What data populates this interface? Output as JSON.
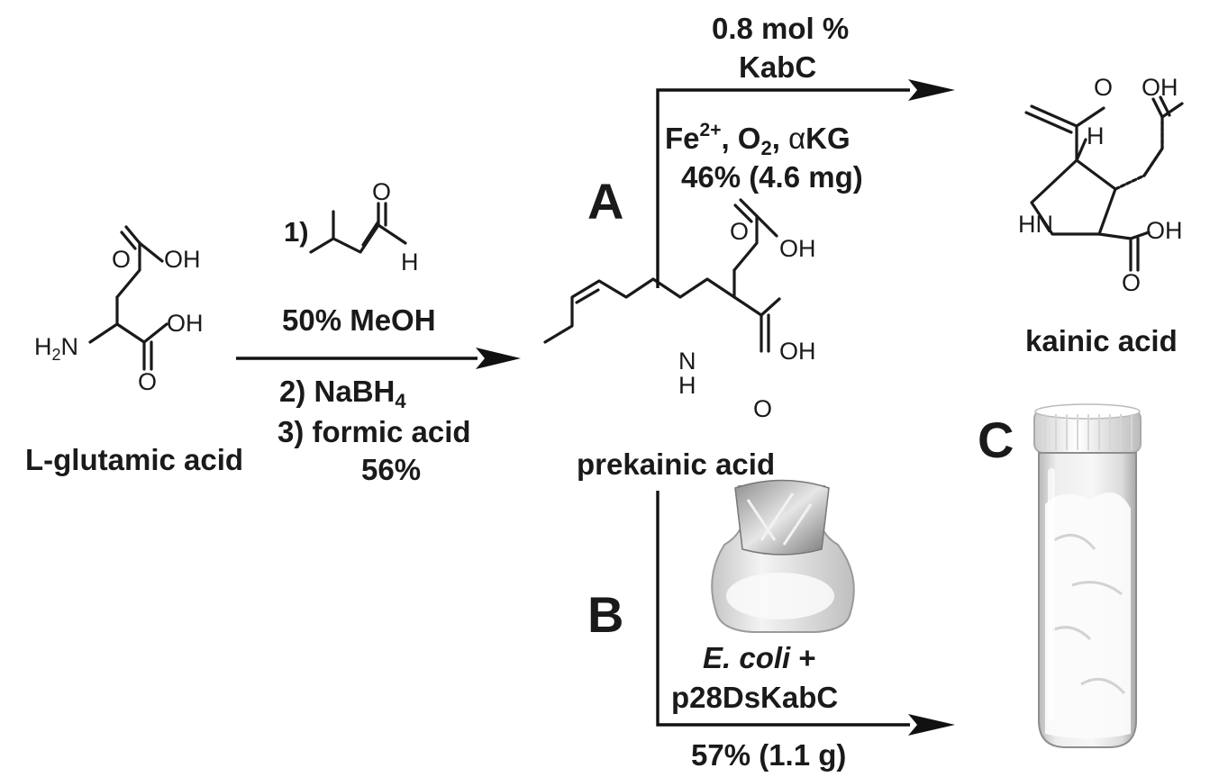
{
  "step1": {
    "label1": "1)",
    "reagent_O": "O",
    "reagent_H": "H",
    "cond1": "50% MeOH",
    "cond2_prefix": "2) NaBH",
    "cond2_sub": "4",
    "cond3": "3) formic acid",
    "yield": "56%"
  },
  "glutamic": {
    "name": "L-glutamic acid",
    "o_top": "O",
    "oh_top": "OH",
    "h2n": "H",
    "h2n_sub": "2",
    "h2n_n": "N",
    "oh_bottom": "OH",
    "o_bottom": "O"
  },
  "prekainic": {
    "name": "prekainic acid",
    "o_top": "O",
    "oh_top": "OH",
    "n": "N",
    "h": "H",
    "oh_bottom": "OH",
    "o_bottom": "O"
  },
  "kainic": {
    "name": "kainic acid",
    "o_top": "O",
    "oh_top": "OH",
    "h": "H",
    "hn": "HN",
    "oh_bottom": "OH",
    "o_bottom": "O"
  },
  "routeA": {
    "letter": "A",
    "line1": "0.8 mol %",
    "line2": "KabC",
    "fe": "Fe",
    "fe_sup": "2+",
    "sep1": ", O",
    "o2_sub": "2",
    "sep2": ", ",
    "alpha": "α",
    "kg": "KG",
    "yield": "46% (4.6 mg)"
  },
  "routeB": {
    "letter": "B",
    "ecoli": "E. coli",
    "plus": " +",
    "plasmid": "p28DsKabC",
    "yield": "57% (1.1 g)"
  },
  "panelC": {
    "letter": "C"
  }
}
